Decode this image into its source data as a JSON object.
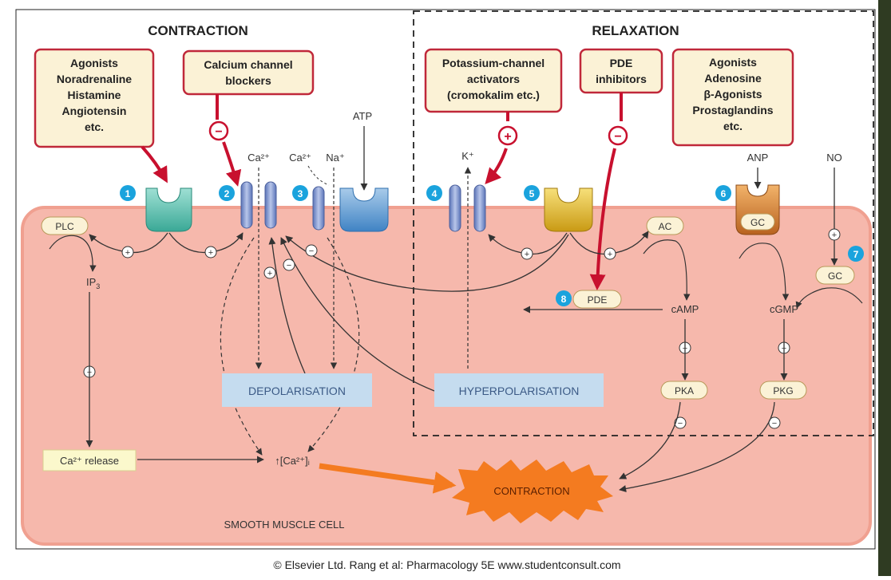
{
  "sections": {
    "contraction": "CONTRACTION",
    "relaxation": "RELAXATION"
  },
  "boxes": {
    "agonists_contraction": [
      "Agonists",
      "Noradrenaline",
      "Histamine",
      "Angiotensin",
      "etc."
    ],
    "ca_blockers": [
      "Calcium channel",
      "blockers"
    ],
    "k_activators": [
      "Potassium-channel",
      "activators",
      "(cromokalim etc.)"
    ],
    "pde_inhibitors": [
      "PDE",
      "inhibitors"
    ],
    "agonists_relaxation": [
      "Agonists",
      "Adenosine",
      "β-Agonists",
      "Prostaglandins",
      "etc."
    ]
  },
  "ions": {
    "ca_1": "Ca²⁺",
    "ca_2": "Ca²⁺",
    "na": "Na⁺",
    "k": "K⁺",
    "atp": "ATP",
    "anp": "ANP",
    "no": "NO"
  },
  "numbers": [
    "1",
    "2",
    "3",
    "4",
    "5",
    "6",
    "7",
    "8"
  ],
  "signs": {
    "plus": "+",
    "minus": "−"
  },
  "enzymes": {
    "plc": "PLC",
    "ac": "AC",
    "gc_membrane": "GC",
    "gc_soluble": "GC",
    "pde": "PDE",
    "pka": "PKA",
    "pkg": "PKG"
  },
  "messengers": {
    "ip3": "IP",
    "ip3_sub": "3",
    "camp": "cAMP",
    "cgmp": "cGMP",
    "ca_release": "Ca²⁺ release",
    "ca_internal": "↑[Ca²⁺]ᵢ"
  },
  "states": {
    "depolarisation": "DEPOLARISATION",
    "hyperpolarisation": "HYPERPOLARISATION",
    "contraction": "CONTRACTION"
  },
  "cell_label": "SMOOTH MUSCLE CELL",
  "footer": "© Elsevier Ltd. Rang et al: Pharmacology 5E www.studentconsult.com",
  "colors": {
    "cell_fill": "#f6b8ac",
    "cell_stroke": "#f0a090",
    "box_fill": "#fbf2d6",
    "box_stroke": "#c0283a",
    "red_arrow": "#c8102e",
    "badge": "#1aa3dd",
    "state_box": "#c5dcef",
    "burst": "#f47b20"
  }
}
